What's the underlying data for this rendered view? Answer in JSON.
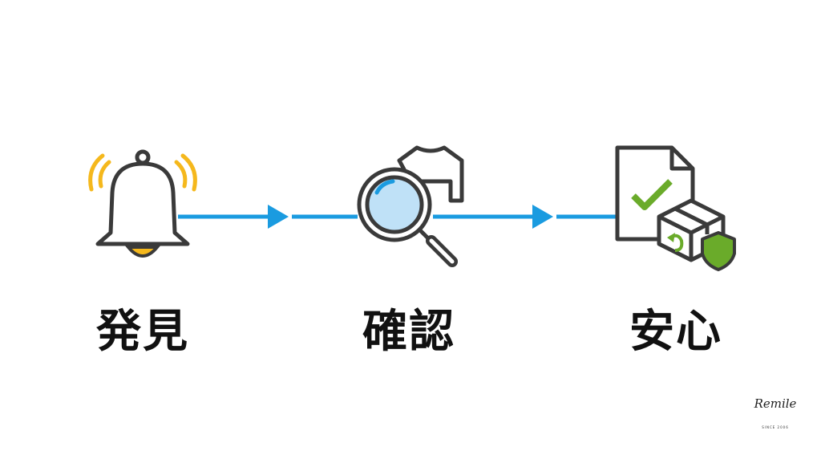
{
  "steps": [
    {
      "label": "発見",
      "icon": "bell-icon"
    },
    {
      "label": "確認",
      "icon": "magnifier-clothing-icon"
    },
    {
      "label": "安心",
      "icon": "document-check-box-shield-icon"
    }
  ],
  "logo": {
    "name": "Remile",
    "since": "SINCE 2006"
  },
  "colors": {
    "arrow": "#1a9be0",
    "outline": "#3a3a3a",
    "yellow": "#f5b81c",
    "green": "#6aab2a",
    "lens": "#bfe1f7"
  }
}
